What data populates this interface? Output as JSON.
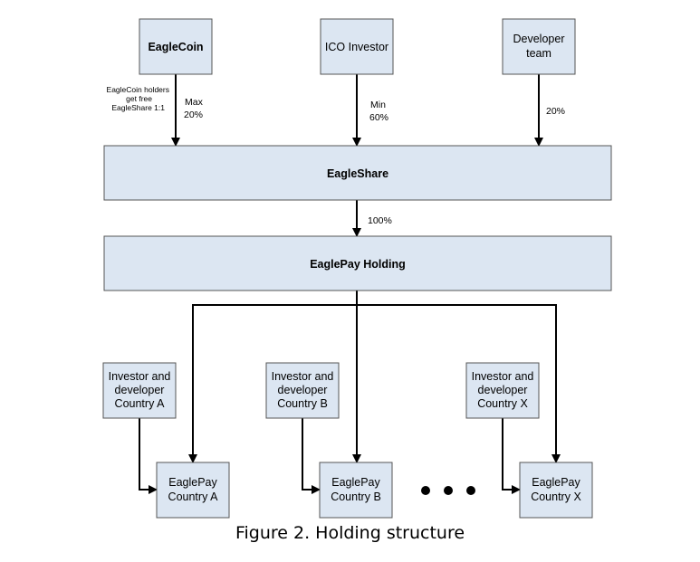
{
  "nodes": {
    "eaglecoin": "EagleCoin",
    "ico_investor": "ICO Investor",
    "developer_team": [
      "Developer",
      "team"
    ],
    "eagleshare": "EagleShare",
    "eaglepay_holding": "EaglePay Holding",
    "investor_a": [
      "Investor and",
      "developer",
      "Country A"
    ],
    "investor_b": [
      "Investor and",
      "developer",
      "Country B"
    ],
    "investor_x": [
      "Investor and",
      "developer",
      "Country X"
    ],
    "eaglepay_a": [
      "EaglePay",
      "Country A"
    ],
    "eaglepay_b": [
      "EaglePay",
      "Country B"
    ],
    "eaglepay_x": [
      "EaglePay",
      "Country X"
    ]
  },
  "edge_labels": {
    "eaglecoin_pct": [
      "Max",
      "20%"
    ],
    "ico_pct": [
      "Min",
      "60%"
    ],
    "developer_pct": "20%",
    "holding_pct": "100%",
    "eaglecoin_note": [
      "EagleCoin holders",
      "get free",
      "EagleShare 1:1"
    ]
  },
  "caption": "Figure 2. Holding structure"
}
